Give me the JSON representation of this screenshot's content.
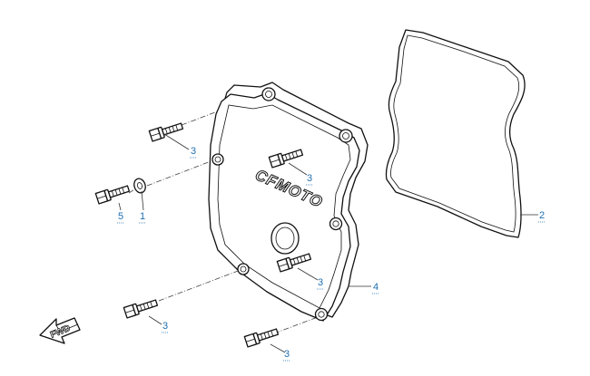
{
  "cover_logo": "CFMOTO",
  "direction_marker": "FWD",
  "callouts": [
    {
      "label": "1"
    },
    {
      "label": "2"
    },
    {
      "label": "3"
    },
    {
      "label": "3"
    },
    {
      "label": "3"
    },
    {
      "label": "3"
    },
    {
      "label": "3"
    },
    {
      "label": "4"
    },
    {
      "label": "5"
    }
  ]
}
